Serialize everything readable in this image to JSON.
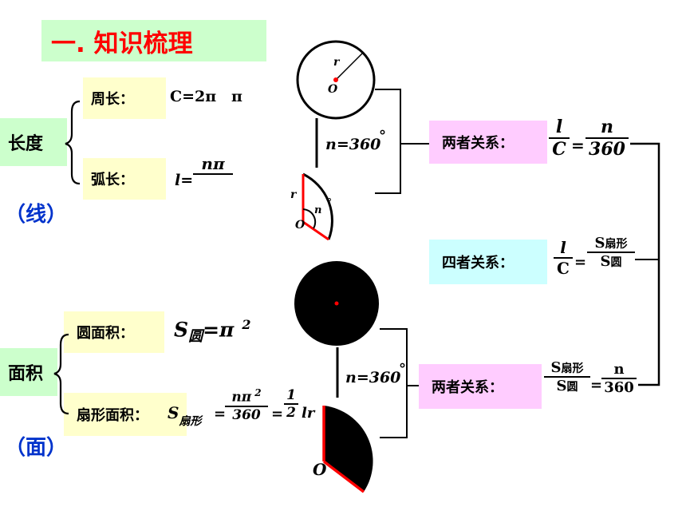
{
  "title": "一. 知识梳理",
  "length": {
    "label": "长度",
    "paren": "（线）",
    "perimeter_label": "周长：",
    "perimeter_formula": "C=2π",
    "perimeter_extra": "π",
    "arc_label": "弧长：",
    "arc_lhs": "l=",
    "arc_num": "nπ"
  },
  "area": {
    "label": "面积",
    "paren": "（面）",
    "circle_label": "圆面积：",
    "circle_lhs": "S",
    "circle_sub": "圆",
    "circle_rhs": "=π",
    "circle_exp": "2",
    "sector_label": "扇形面积：",
    "sector_s": "S",
    "sector_sub": "扇形",
    "eq1": "=",
    "num1": "nπ",
    "num1_exp": "2",
    "den1": "360",
    "eq2": "=",
    "num2": "1",
    "den2": "2",
    "tail": "lr"
  },
  "diagram": {
    "r": "r",
    "o": "O",
    "n_deg": "n",
    "deg": "°",
    "n360_top": "n=360",
    "n360_bottom": "n=360",
    "deg_mark": "°"
  },
  "relations": {
    "top_label": "两者关系：",
    "top_num1": "l",
    "top_den1": "C",
    "top_eq": "=",
    "top_num2": "n",
    "top_den2": "360",
    "mid_label": "四者关系：",
    "mid_num1": "l",
    "mid_den1": "C",
    "mid_eq": "=",
    "mid_num2": "S",
    "mid_num2_sub": "扇形",
    "mid_den2": "S",
    "mid_den2_sub": "圆",
    "bot_label": "两者关系：",
    "bot_num1": "S",
    "bot_num1_sub": "扇形",
    "bot_den1": "S",
    "bot_den1_sub": "圆",
    "bot_eq": "=",
    "bot_num2": "n",
    "bot_den2": "360"
  },
  "colors": {
    "title": "#ff0000",
    "green": "#ccffcc",
    "yellow": "#ffffcc",
    "pink": "#ffccff",
    "cyan": "#ccffff",
    "paren": "#0033cc",
    "radius": "#ff0000"
  }
}
